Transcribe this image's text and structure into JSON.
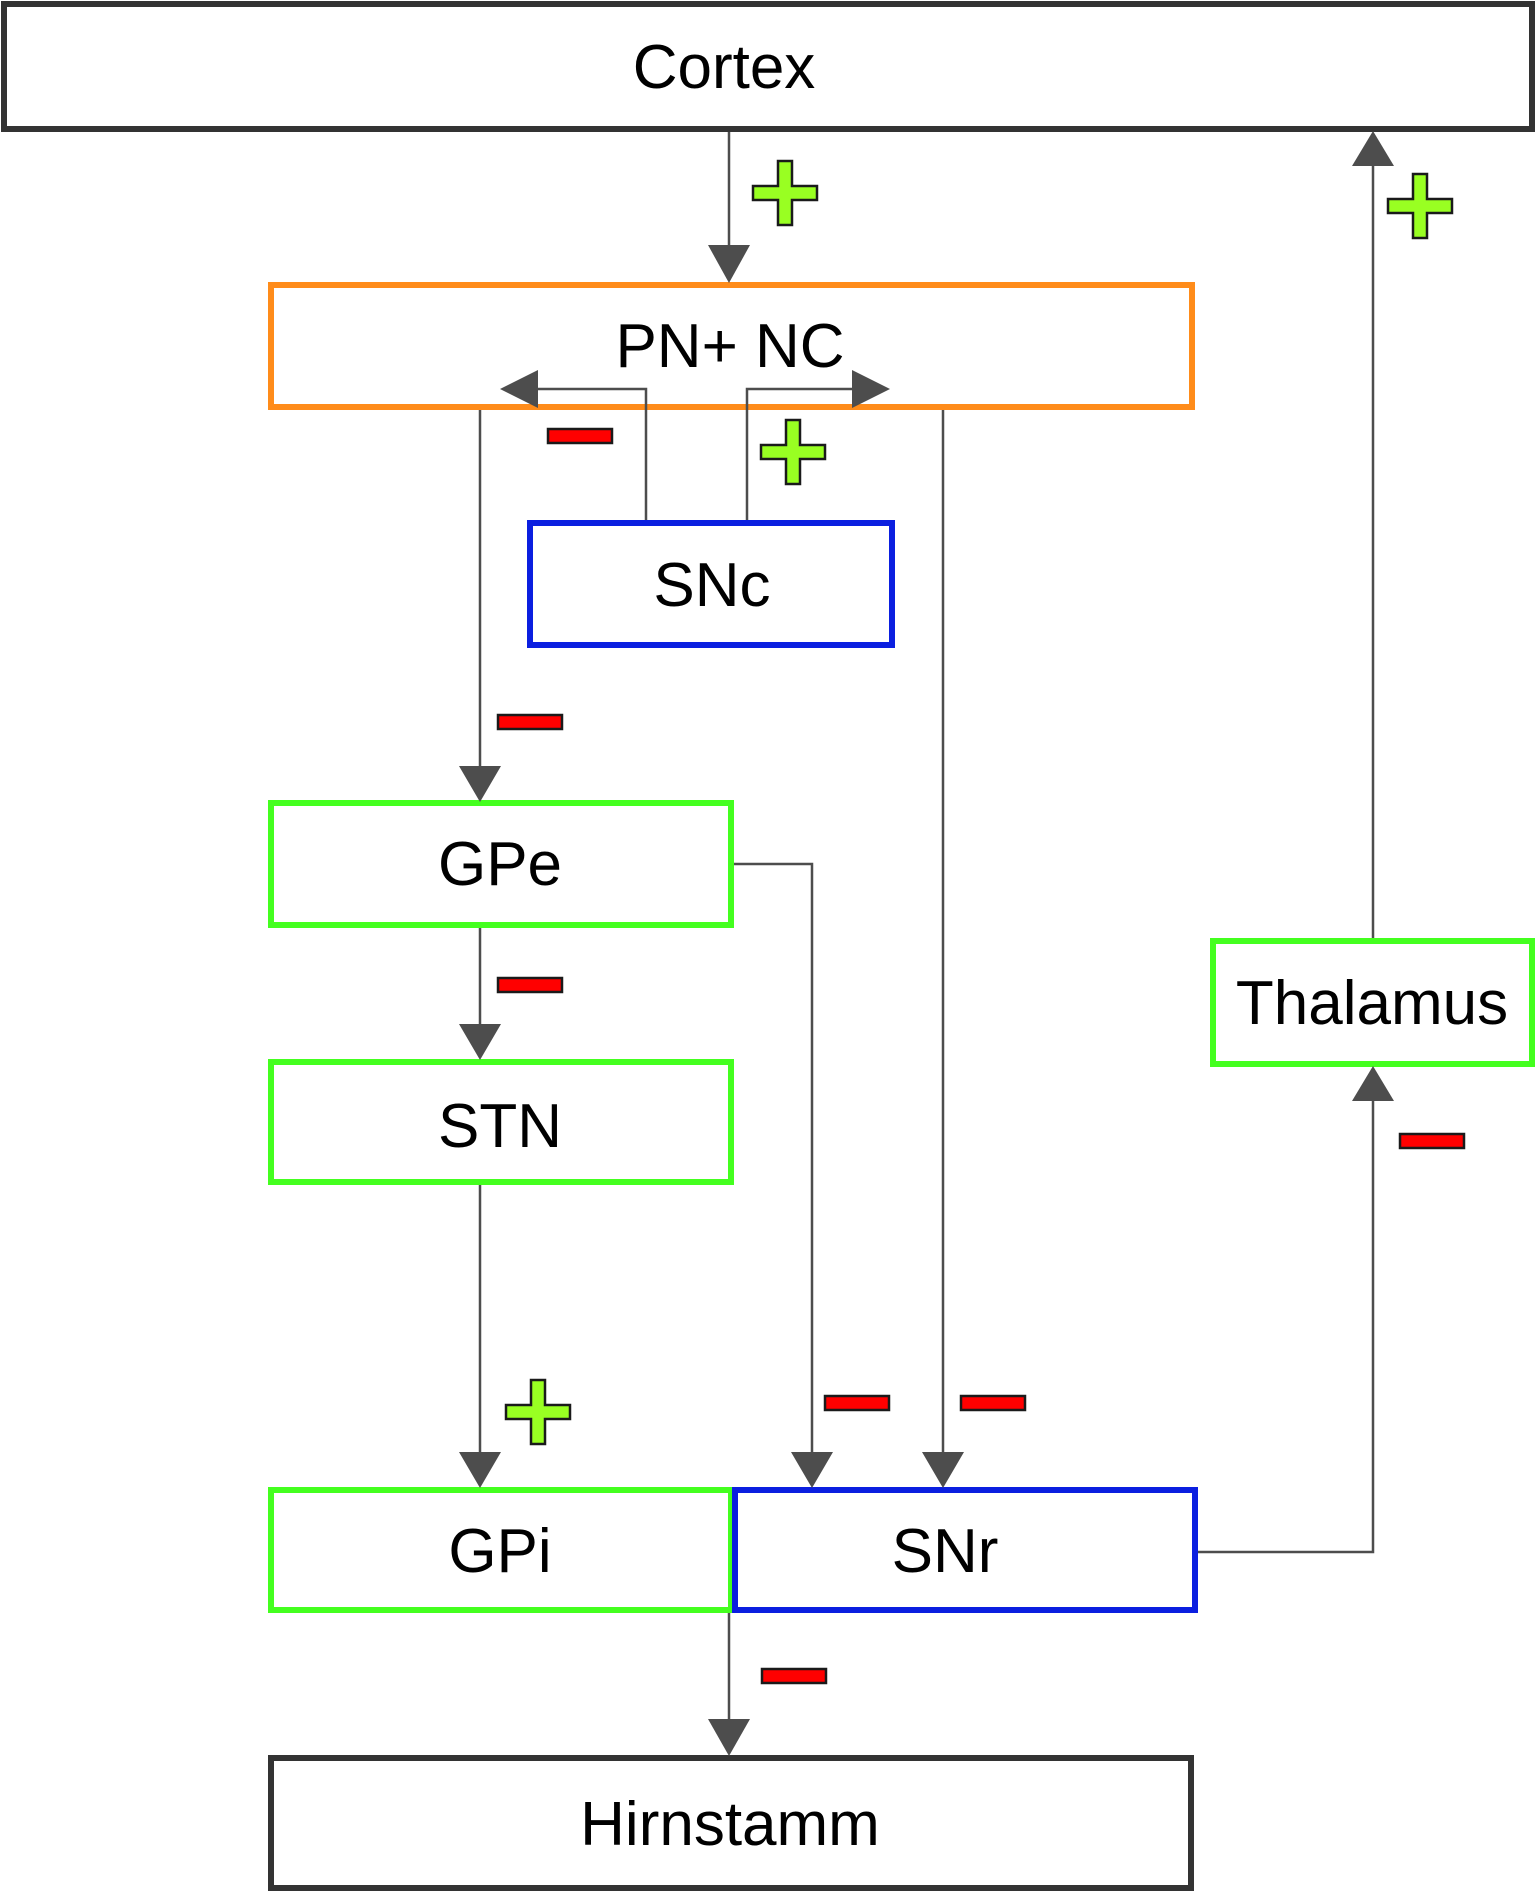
{
  "nodes": {
    "cortex": {
      "label": "Cortex",
      "color": "#333333"
    },
    "pn_nc": {
      "label": "PN+ NC",
      "color": "#ff8c1a"
    },
    "snc": {
      "label": "SNc",
      "color": "#0b1fe0"
    },
    "gpe": {
      "label": "GPe",
      "color": "#44ff1f"
    },
    "stn": {
      "label": "STN",
      "color": "#44ff1f"
    },
    "gpi": {
      "label": "GPi",
      "color": "#44ff1f"
    },
    "snr": {
      "label": "SNr",
      "color": "#0b1fe0"
    },
    "thalamus": {
      "label": "Thalamus",
      "color": "#44ff1f"
    },
    "hirnstamm": {
      "label": "Hirnstamm",
      "color": "#333333"
    }
  },
  "edges": [
    {
      "from": "Cortex",
      "to": "PN+ NC",
      "sign": "+"
    },
    {
      "from": "SNc",
      "to": "PN+ NC",
      "sign": "-"
    },
    {
      "from": "SNc",
      "to": "PN+ NC",
      "sign": "+"
    },
    {
      "from": "PN+ NC",
      "to": "GPe",
      "sign": "-"
    },
    {
      "from": "PN+ NC",
      "to": "SNr",
      "sign": "-"
    },
    {
      "from": "GPe",
      "to": "STN",
      "sign": "-"
    },
    {
      "from": "GPe",
      "to": "SNr",
      "sign": "-"
    },
    {
      "from": "STN",
      "to": "GPi",
      "sign": "+"
    },
    {
      "from": "GPi/SNr",
      "to": "Hirnstamm",
      "sign": "-"
    },
    {
      "from": "SNr",
      "to": "Thalamus",
      "sign": "-"
    },
    {
      "from": "Thalamus",
      "to": "Cortex",
      "sign": "+"
    }
  ],
  "colors": {
    "connector": "#4d4d4d",
    "excitatory": "#99ff22",
    "inhibitory": "#ff0000"
  }
}
